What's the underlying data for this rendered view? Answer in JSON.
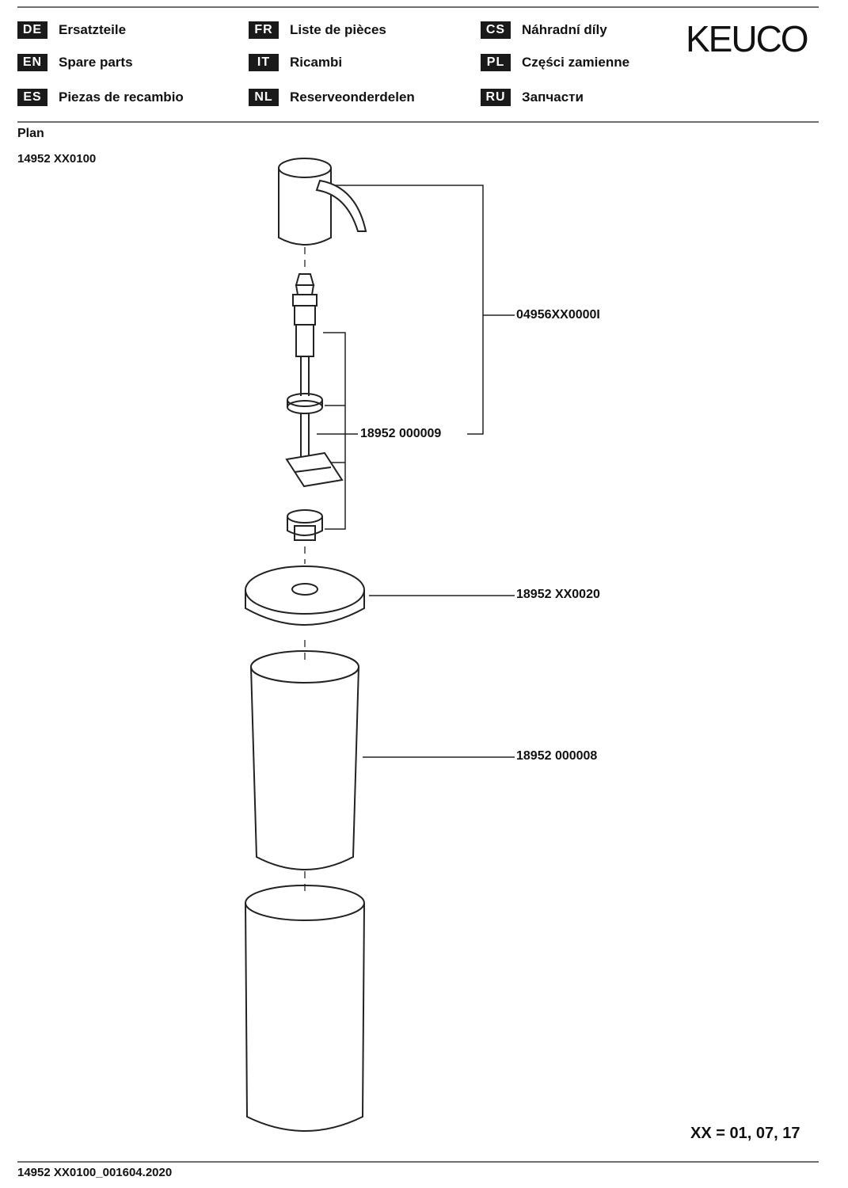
{
  "header": {
    "brand": "KEUCO",
    "languages": [
      {
        "code": "DE",
        "label": "Ersatzteile"
      },
      {
        "code": "EN",
        "label": "Spare parts"
      },
      {
        "code": "ES",
        "label": "Piezas de recambio"
      },
      {
        "code": "FR",
        "label": "Liste de pièces"
      },
      {
        "code": "IT",
        "label": "Ricambi"
      },
      {
        "code": "NL",
        "label": "Reserveonderdelen"
      },
      {
        "code": "CS",
        "label": "Náhradní díly"
      },
      {
        "code": "PL",
        "label": "Części zamienne"
      },
      {
        "code": "RU",
        "label": "Запчасти"
      }
    ]
  },
  "product": {
    "series": "Plan",
    "article": "14952 XX0100"
  },
  "parts": [
    {
      "number": "04956XX0000I"
    },
    {
      "number": "18952 000009"
    },
    {
      "number": "18952 XX0020"
    },
    {
      "number": "18952 000008"
    }
  ],
  "variant_note": "XX = 01, 07, 17",
  "footer": {
    "document_id": "14952 XX0100_001604.2020"
  }
}
